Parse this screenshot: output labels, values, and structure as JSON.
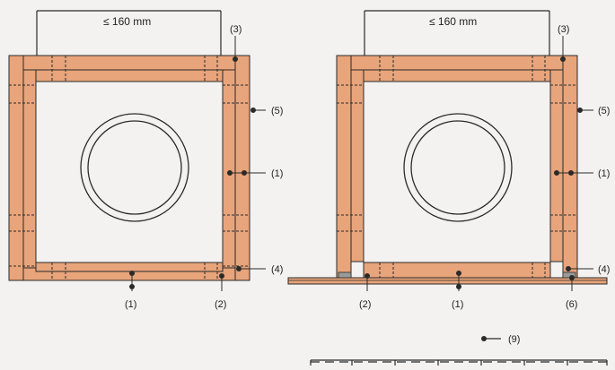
{
  "colors": {
    "board": "#e8a47a",
    "outline": "#2a2a2a",
    "background": "#f3f2f1",
    "plate": "#9a9a9a"
  },
  "left_figure": {
    "dimension": "≤ 160 mm",
    "callouts": [
      "(3)",
      "(5)",
      "(1)",
      "(4)",
      "(1)",
      "(2)"
    ]
  },
  "right_figure": {
    "dimension": "≤ 160 mm",
    "callouts": [
      "(3)",
      "(5)",
      "(1)",
      "(4)",
      "(2)",
      "(1)",
      "(6)"
    ]
  },
  "legend": {
    "callout": "(9)"
  }
}
